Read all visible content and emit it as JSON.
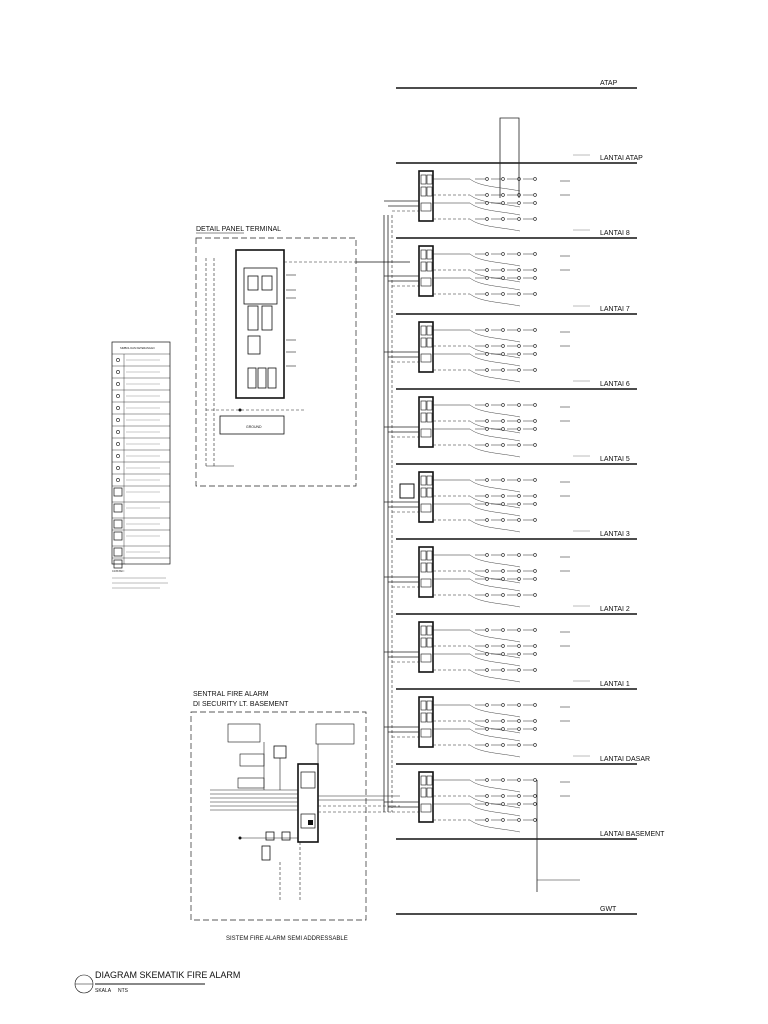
{
  "floors": [
    {
      "label": "ATAP"
    },
    {
      "label": "LANTAI ATAP"
    },
    {
      "label": "LANTAI 8"
    },
    {
      "label": "LANTAI 7"
    },
    {
      "label": "LANTAI 6"
    },
    {
      "label": "LANTAI 5"
    },
    {
      "label": "LANTAI 3"
    },
    {
      "label": "LANTAI 2"
    },
    {
      "label": "LANTAI 1"
    },
    {
      "label": "LANTAI DASAR"
    },
    {
      "label": "LANTAI BASEMENT"
    },
    {
      "label": "GWT"
    }
  ],
  "detail_panel": {
    "title": "DETAIL PANEL TERMINAL",
    "ground": "GROUND"
  },
  "central": {
    "title_line1": "SENTRAL FIRE ALARM",
    "title_line2": "DI SECURITY LT. BASEMENT"
  },
  "system_caption": "SISTEM FIRE ALARM SEMI ADDRESSABLE",
  "drawing": {
    "title": "DIAGRAM SKEMATIK FIRE ALARM",
    "scale_label": "SKALA",
    "scale_value": "NTS"
  },
  "legend": {
    "header": "SIMBOL DAN KETERANGAN",
    "note_title": "CATATAN :"
  }
}
